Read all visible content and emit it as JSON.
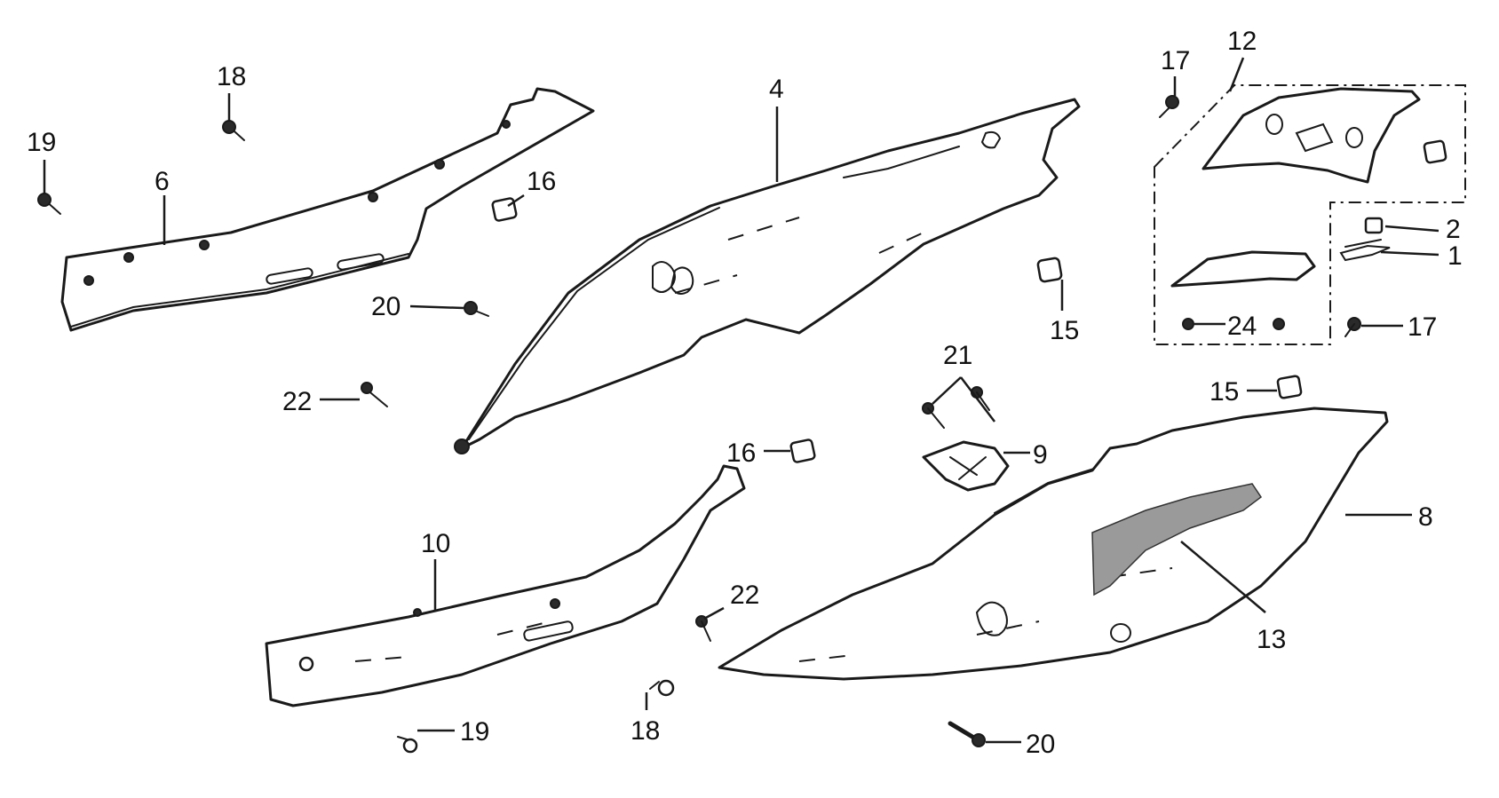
{
  "labels": {
    "l1": "1",
    "l2": "2",
    "l4": "4",
    "l6": "6",
    "l8": "8",
    "l9": "9",
    "l10": "10",
    "l12": "12",
    "l13": "13",
    "l15a": "15",
    "l15b": "15",
    "l16a": "16",
    "l16b": "16",
    "l17a": "17",
    "l17b": "17",
    "l18a": "18",
    "l18b": "18",
    "l19a": "19",
    "l19b": "19",
    "l20a": "20",
    "l20b": "20",
    "l21": "21",
    "l22a": "22",
    "l22b": "22",
    "l24": "24"
  }
}
